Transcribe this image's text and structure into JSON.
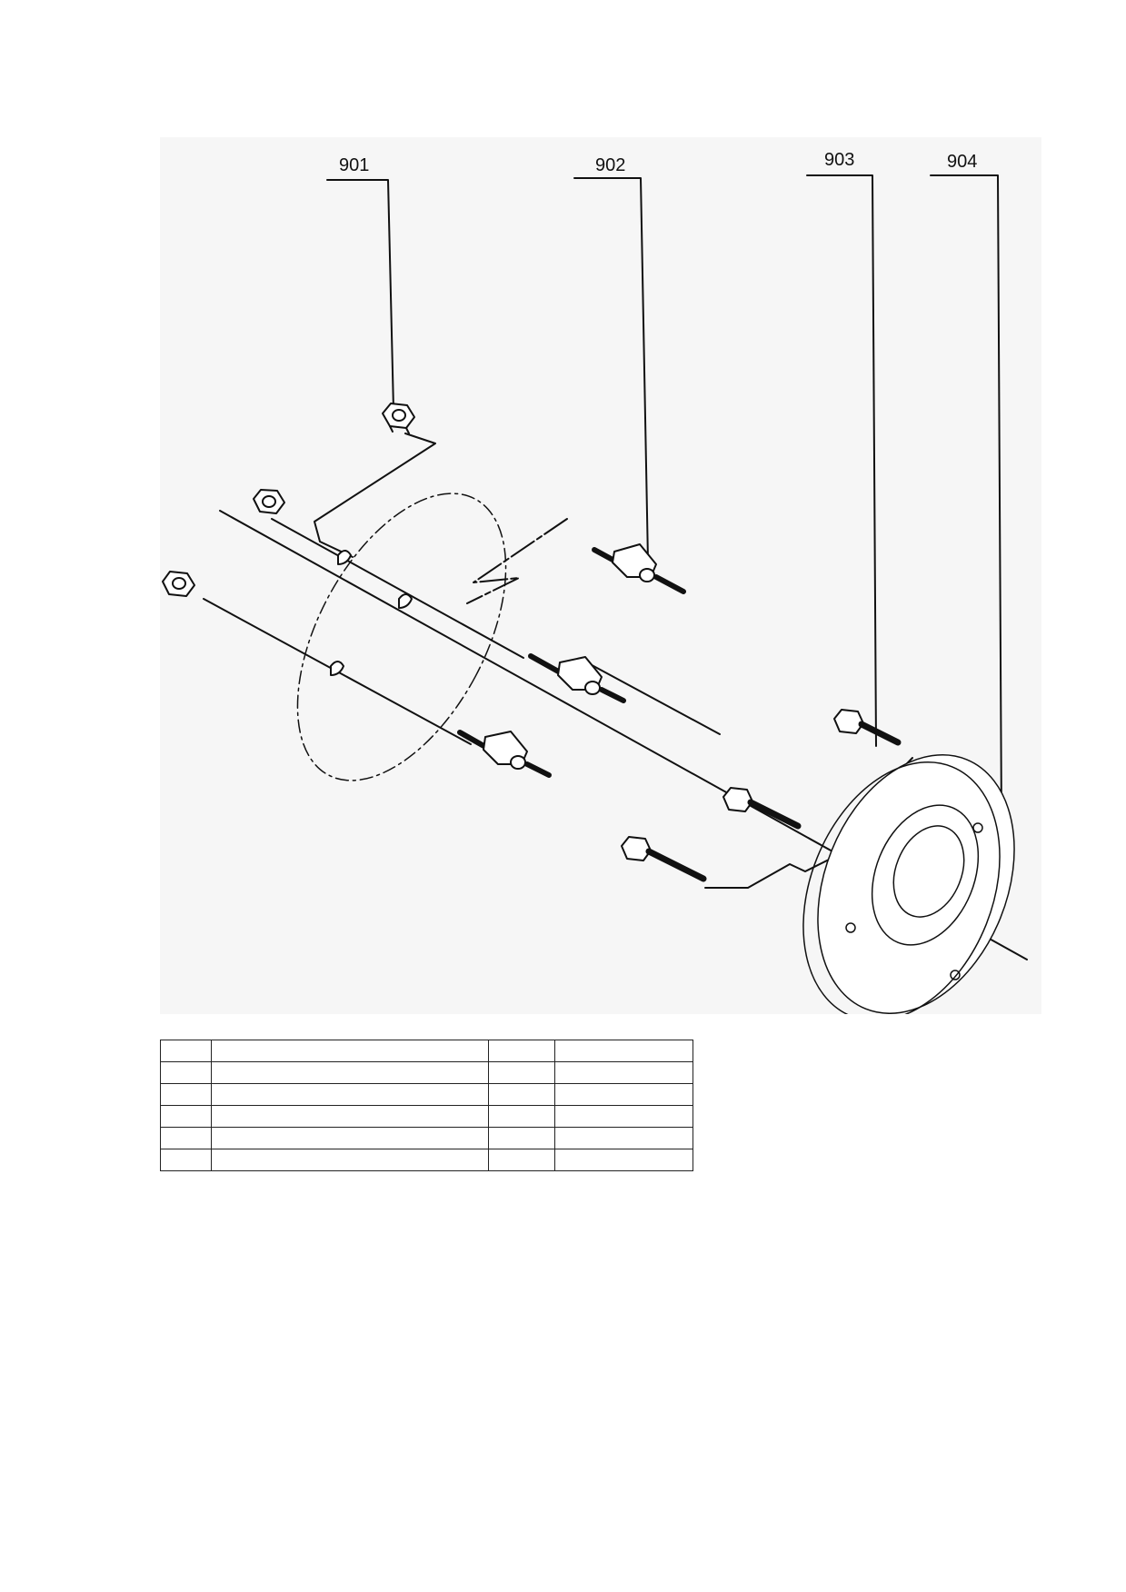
{
  "callouts": [
    {
      "id": "c901",
      "label": "901"
    },
    {
      "id": "c902",
      "label": "902"
    },
    {
      "id": "c903",
      "label": "903"
    },
    {
      "id": "c904",
      "label": "904"
    }
  ],
  "parts_table": {
    "rows": [
      [
        "",
        "",
        "",
        ""
      ],
      [
        "",
        "",
        "",
        ""
      ],
      [
        "",
        "",
        "",
        ""
      ],
      [
        "",
        "",
        "",
        ""
      ],
      [
        "",
        "",
        "",
        ""
      ],
      [
        "",
        "",
        "",
        ""
      ]
    ]
  },
  "colors": {
    "ink": "#111111",
    "panel": "#f6f6f6"
  }
}
